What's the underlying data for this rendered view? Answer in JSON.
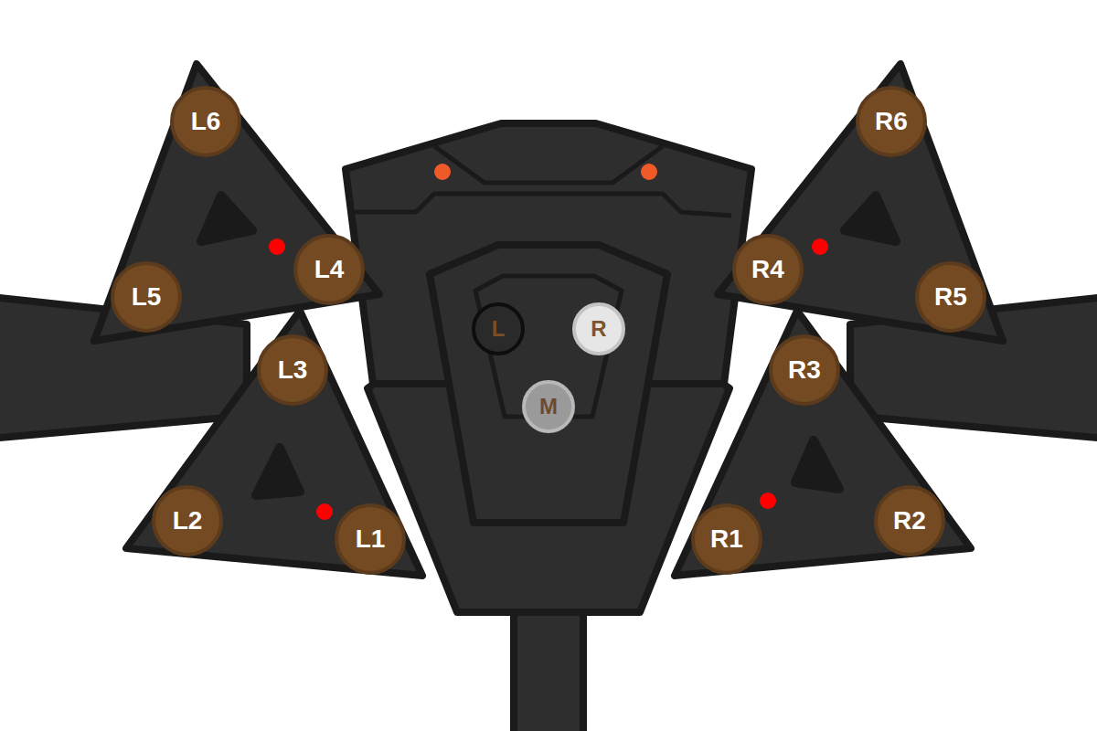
{
  "diagram": {
    "nodes": [
      {
        "text": [
          "L6"
        ]
      },
      {
        "text": [
          "R6"
        ]
      },
      {
        "text": [
          "L4"
        ]
      },
      {
        "text": [
          "R4"
        ]
      },
      {
        "text": [
          "L5"
        ]
      },
      {
        "text": [
          "R5"
        ]
      },
      {
        "text": [
          "L"
        ]
      },
      {
        "text": [
          "R"
        ]
      },
      {
        "text": [
          "L3"
        ]
      },
      {
        "text": [
          "R3"
        ]
      },
      {
        "text": [
          "M"
        ]
      },
      {
        "text": [
          "L2"
        ]
      },
      {
        "text": [
          "R2"
        ]
      },
      {
        "text": [
          "L1"
        ]
      },
      {
        "text": [
          "R1"
        ]
      }
    ]
  }
}
